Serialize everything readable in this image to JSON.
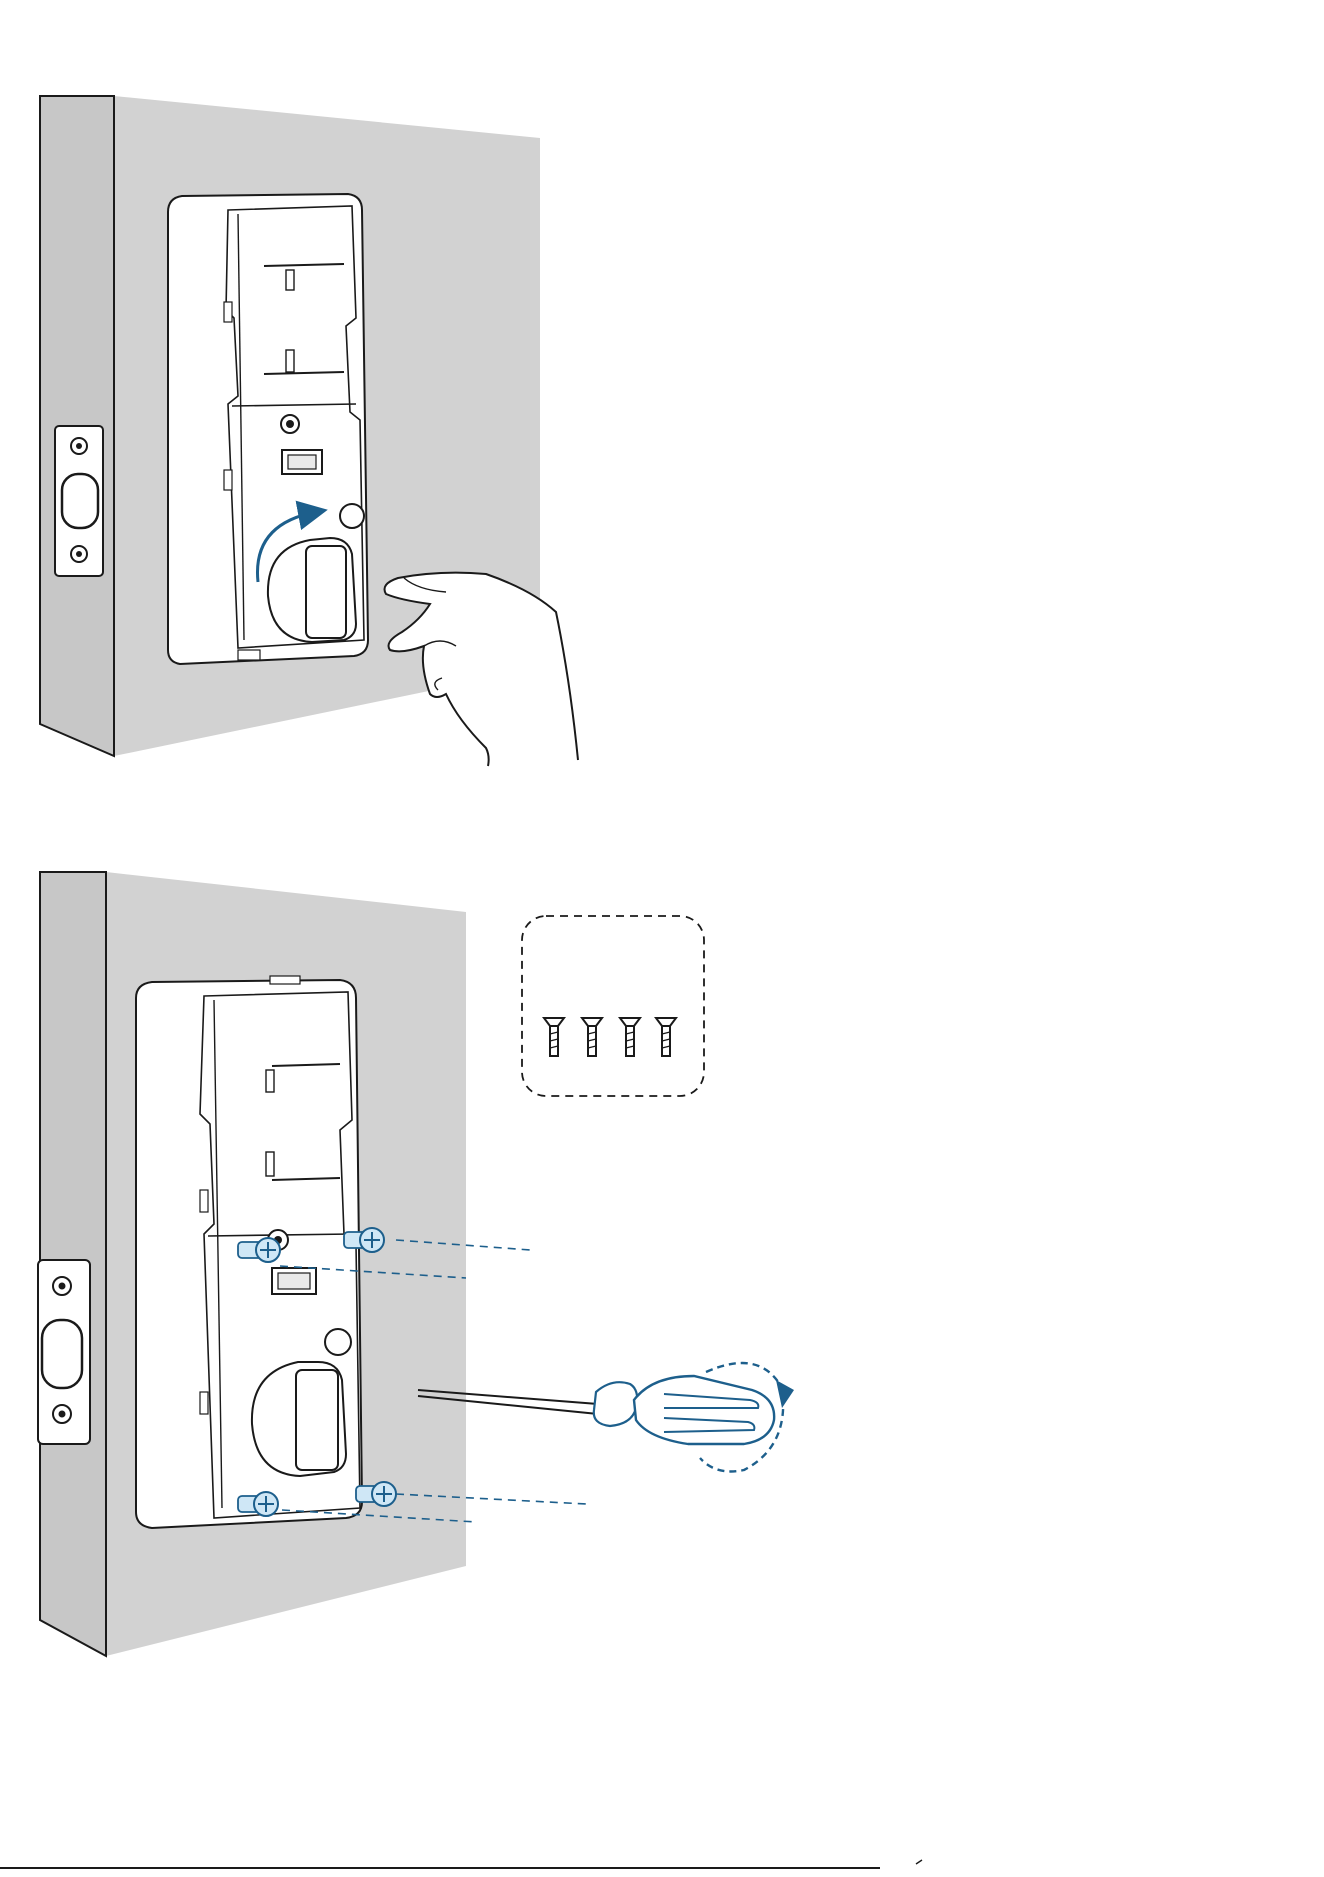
{
  "colors": {
    "accent_blue": "#1d5f8c",
    "light_blue": "#cfe7f6",
    "wall_gray": "#d2d2d2",
    "door_edge_gray": "#c7c7c7",
    "line_black": "#1a1a1a",
    "white": "#ffffff"
  },
  "steps": [
    {
      "id": "step-1",
      "action": "turn-thumbturn",
      "arrow_direction": "clockwise"
    },
    {
      "id": "step-2",
      "action": "fasten-screws",
      "screw_count_in_callout": 4,
      "screw_count_installed": 4,
      "rotation_direction": "clockwise"
    }
  ],
  "icons": [
    "hand-icon",
    "screwdriver-icon",
    "screw-icon",
    "rotation-arrow-icon"
  ]
}
